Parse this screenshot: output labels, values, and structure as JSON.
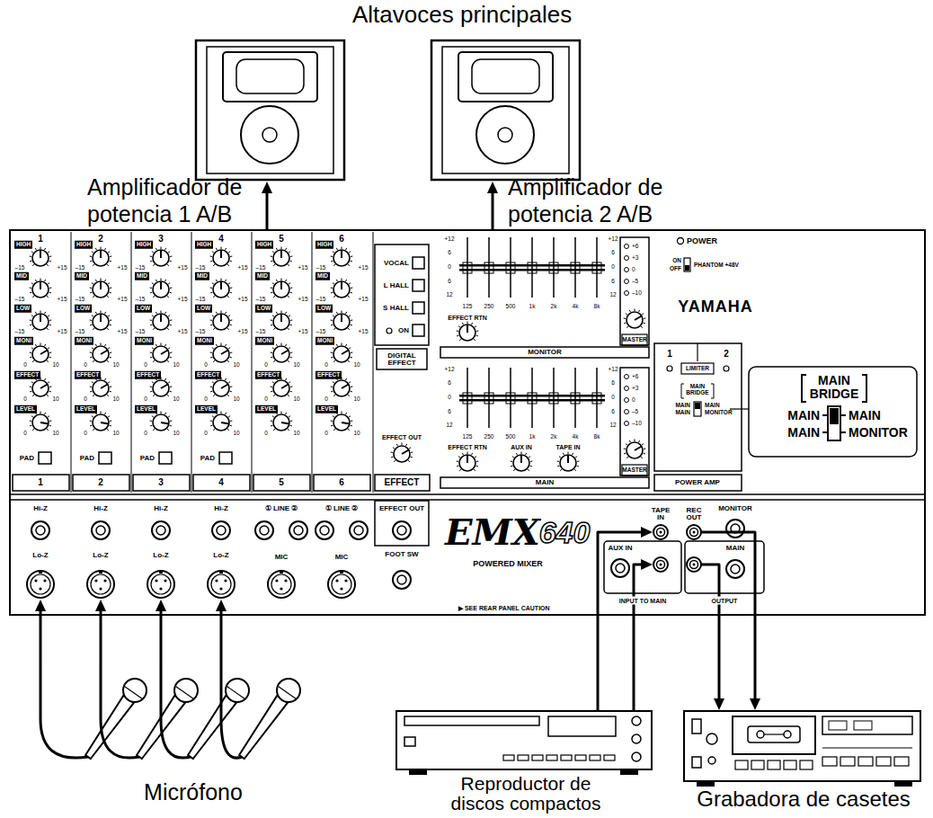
{
  "diagram": {
    "nodes": [
      {
        "text": [
          "Altavoces principales"
        ]
      },
      {
        "text": [
          "YAMAHA"
        ]
      },
      {
        "text": [
          "Micrófono"
        ]
      },
      {
        "text": [
          "Reproductor de discos compactos"
        ]
      },
      {
        "text": [
          "Grabadora de casetes"
        ]
      }
    ],
    "edges": [
      {
        "from": 2,
        "to": 1,
        "arrow": "to"
      },
      {
        "from": 2,
        "to": 1,
        "arrow": "to"
      },
      {
        "from": 2,
        "to": 1,
        "arrow": "to"
      },
      {
        "from": 2,
        "to": 1,
        "arrow": "to"
      },
      {
        "from": 3,
        "to": 1,
        "arrow": "to"
      },
      {
        "from": 3,
        "to": 1,
        "arrow": "to"
      },
      {
        "from": 1,
        "to": 4,
        "arrow": "to"
      },
      {
        "from": 1,
        "to": 4,
        "arrow": "to"
      },
      {
        "from": 1,
        "to": 0,
        "arrow": "to",
        "label": "Amplificador de potencia 1 A/B"
      },
      {
        "from": 1,
        "to": 0,
        "arrow": "to",
        "label": "Amplificador de potencia 2 A/B"
      }
    ],
    "labels": [
      "1",
      "HIGH",
      "–15",
      "+15",
      "MID",
      "–15",
      "+15",
      "LOW",
      "–15",
      "+15",
      "MONI",
      "0",
      "10",
      "EFFECT",
      "0",
      "10",
      "LEVEL",
      "0",
      "10",
      "PAD",
      "1",
      "2",
      "HIGH",
      "–15",
      "+15",
      "MID",
      "–15",
      "+15",
      "LOW",
      "–15",
      "+15",
      "MONI",
      "0",
      "10",
      "EFFECT",
      "0",
      "10",
      "LEVEL",
      "0",
      "10",
      "PAD",
      "2",
      "3",
      "HIGH",
      "–15",
      "+15",
      "MID",
      "–15",
      "+15",
      "LOW",
      "–15",
      "+15",
      "MONI",
      "0",
      "10",
      "EFFECT",
      "0",
      "10",
      "LEVEL",
      "0",
      "10",
      "PAD",
      "3",
      "4",
      "HIGH",
      "–15",
      "+15",
      "MID",
      "–15",
      "+15",
      "LOW",
      "–15",
      "+15",
      "MONI",
      "0",
      "10",
      "EFFECT",
      "0",
      "10",
      "LEVEL",
      "0",
      "10",
      "PAD",
      "4",
      "5",
      "HIGH",
      "–15",
      "+15",
      "MID",
      "–15",
      "+15",
      "LOW",
      "–15",
      "+15",
      "MONI",
      "0",
      "10",
      "EFFECT",
      "0",
      "10",
      "LEVEL",
      "0",
      "10",
      "5",
      "6",
      "HIGH",
      "–15",
      "+15",
      "MID",
      "–15",
      "+15",
      "LOW",
      "–15",
      "+15",
      "MONI",
      "0",
      "10",
      "EFFECT",
      "0",
      "10",
      "LEVEL",
      "0",
      "10",
      "6",
      "VOCAL",
      "L HALL",
      "S HALL",
      "ON",
      "DIGITAL EFFECT",
      "EFFECT OUT",
      "EFFECT",
      "+12",
      "6",
      "0",
      "6",
      "12",
      "+12",
      "6",
      "0",
      "6",
      "12",
      "125",
      "250",
      "500",
      "1k",
      "2k",
      "4k",
      "8k",
      "+6",
      "+3",
      "0",
      "–5",
      "–10",
      "EFFECT RTN",
      "MASTER",
      "MONITOR",
      "+12",
      "6",
      "0",
      "6",
      "12",
      "+12",
      "6",
      "0",
      "6",
      "12",
      "125",
      "250",
      "500",
      "1k",
      "2k",
      "4k",
      "8k",
      "+6",
      "+3",
      "0",
      "–5",
      "–10",
      "EFFECT RTN",
      "AUX IN",
      "TAPE IN",
      "MASTER",
      "MAIN",
      "POWER",
      "ON",
      "OFF",
      "PHANTOM +48V",
      "1",
      "2",
      "LIMITER",
      "MAIN BRIDGE",
      "MAIN",
      "MAIN",
      "MAIN",
      "MONITOR",
      "POWER AMP",
      "MAIN BRIDGE",
      "MAIN",
      "MAIN",
      "MAIN",
      "MONITOR",
      "Hi-Z",
      "Lo-Z",
      "Hi-Z",
      "Lo-Z",
      "Hi-Z",
      "Lo-Z",
      "Hi-Z",
      "Lo-Z",
      "① LINE ②",
      "MIC",
      "① LINE ②",
      "MIC",
      "EFFECT OUT",
      "FOOT SW",
      "EMX",
      "640",
      "POWERED MIXER",
      "▶ SEE REAR PANEL CAUTION",
      "TAPE IN",
      "AUX IN",
      "INPUT TO MAIN",
      "REC OUT",
      "MONITOR",
      "MAIN",
      "OUTPUT"
    ]
  }
}
